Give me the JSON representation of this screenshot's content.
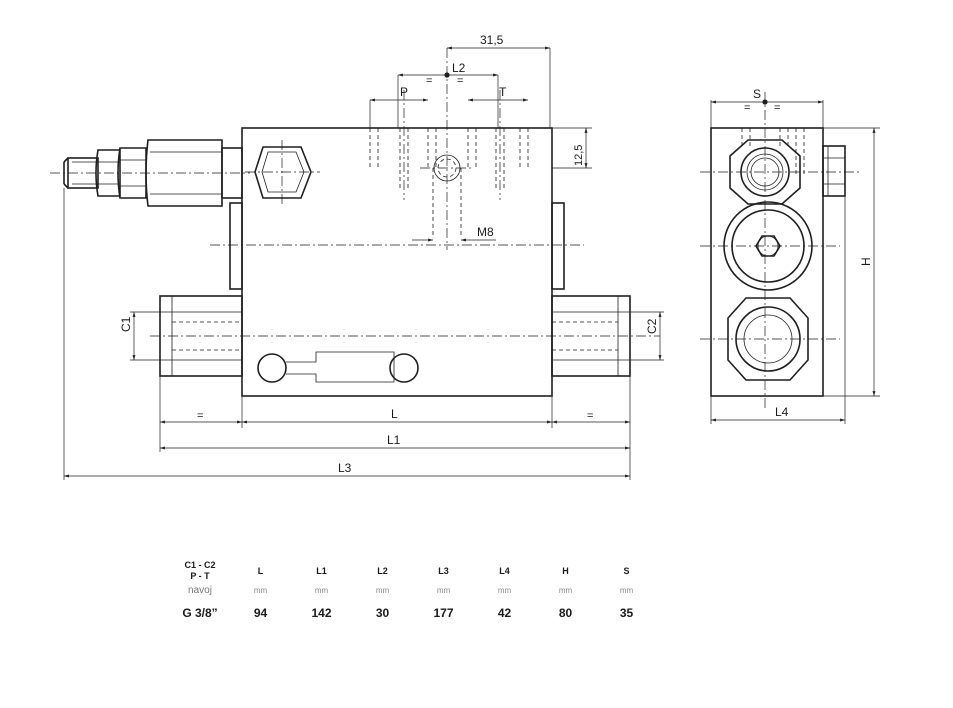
{
  "drawing": {
    "dimensions": {
      "d31_5": "31,5",
      "l2": "L2",
      "p": "P",
      "t": "T",
      "d12_5": "12,5",
      "m8": "M8",
      "c1": "C1",
      "c2": "C2",
      "eq": "=",
      "l": "L",
      "l1": "L1",
      "l3": "L3",
      "s": "S",
      "h": "H",
      "l4": "L4"
    }
  },
  "table": {
    "header_first": [
      "C1 - C2",
      "P - T"
    ],
    "unit_first": "navoj",
    "headers": [
      "L",
      "L1",
      "L2",
      "L3",
      "L4",
      "H",
      "S"
    ],
    "unit": "mm",
    "thread": "G 3/8”",
    "values": [
      "94",
      "142",
      "30",
      "177",
      "42",
      "80",
      "35"
    ]
  }
}
